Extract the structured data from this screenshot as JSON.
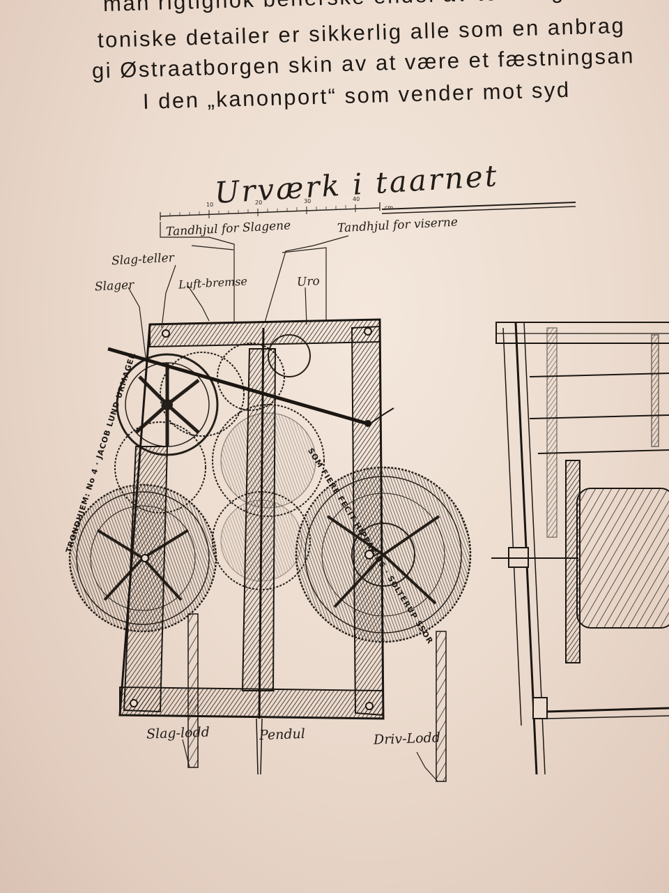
{
  "document": {
    "text_lines": [
      "man rigtignok beherske endel av terrænget foran",
      "toniske detailer er sikkerlig alle som en anbrag",
      "gi Østraatborgen skin av at være et fæstningsan",
      "I den „kanonport“ som vender mot syd"
    ]
  },
  "figure": {
    "title": "Urværk i taarnet",
    "scale_unit": "cm",
    "scale_ticks": [
      "10",
      "20",
      "30",
      "40"
    ],
    "labels": {
      "tandhjul_slagene": "Tandhjul for Slagene",
      "tandhjul_viserne": "Tandhjul for viserne",
      "slag_teller": "Slag-teller",
      "slager": "Slager",
      "luft_bremse": "Luft-bremse",
      "uro": "Uro",
      "slag_lodd": "Slag-lodd",
      "pendul": "Pendul",
      "driv_lodd": "Driv-Lodd"
    },
    "wheel_inscriptions": {
      "left": "TRONDHJEM: No 4 · JACOB LUND URMAGER",
      "right": "SOM FIERE FECIT HIPPARIUS · SOLTERUP SSOR"
    }
  }
}
